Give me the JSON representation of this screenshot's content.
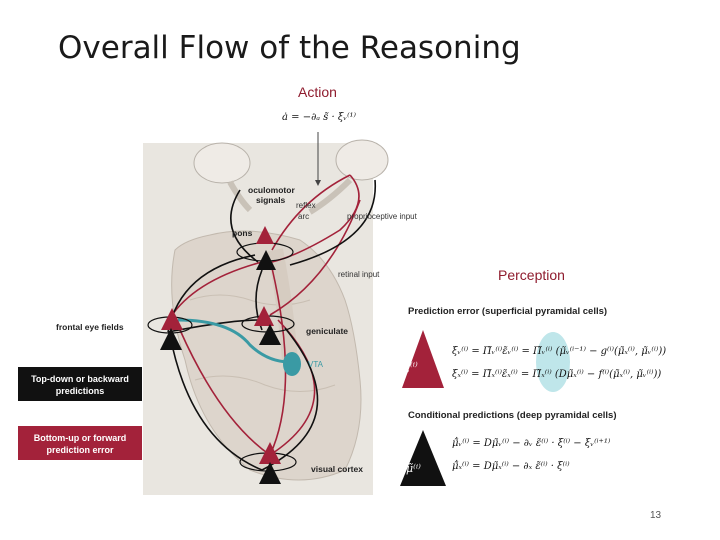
{
  "slide": {
    "title": "Overall Flow of the Reasoning",
    "page_number": "13"
  },
  "diagram": {
    "action_title": "Action",
    "action_equation": "ȧ = −∂ₐ s̃ · ξᵥ⁽¹⁾",
    "labels": {
      "oculomotor": "oculomotor",
      "signals": "signals",
      "reflex": "reflex",
      "arc": "arc",
      "proprioceptive_input": "proprioceptive input",
      "pons": "pons",
      "retinal_input": "retinal input",
      "frontal_eye_fields": "frontal eye fields",
      "geniculate": "geniculate",
      "vta": "VTA",
      "visual_cortex": "visual cortex"
    },
    "legend": {
      "top_down_line1": "Top-down or backward",
      "top_down_line2": "predictions",
      "bottom_up_line1": "Bottom-up or forward",
      "bottom_up_line2": "prediction error"
    },
    "perception_title": "Perception",
    "prediction_error_heading": "Prediction error (superficial pyramidal cells)",
    "prediction_error_symbol": "ξ⁽ⁱ⁾",
    "prediction_error_eq1": "ξᵥ⁽ⁱ⁾ = Π̃ᵥ⁽ⁱ⁾ε̃ᵥ⁽ⁱ⁾ = Π̃ᵥ⁽ⁱ⁾ (μ̃ᵥ⁽ⁱ⁻¹⁾ − g⁽ⁱ⁾(μ̃ₓ⁽ⁱ⁾, μ̃ᵥ⁽ⁱ⁾))",
    "prediction_error_eq2": "ξₓ⁽ⁱ⁾ = Π̃ₓ⁽ⁱ⁾ε̃ₓ⁽ⁱ⁾ = Π̃ₓ⁽ⁱ⁾ (Dμ̃ₓ⁽ⁱ⁾ − f⁽ⁱ⁾(μ̃ₓ⁽ⁱ⁾, μ̃ᵥ⁽ⁱ⁾))",
    "conditional_heading": "Conditional predictions (deep pyramidal cells)",
    "conditional_symbol": "μ̃⁽ⁱ⁾",
    "conditional_eq1": "μ̃̇ᵥ⁽ⁱ⁾ = Dμ̃ᵥ⁽ⁱ⁾ − ∂ᵥ ε̃⁽ⁱ⁾ · ξ⁽ⁱ⁾ − ξᵥ⁽ⁱ⁺¹⁾",
    "conditional_eq2": "μ̃̇ₓ⁽ⁱ⁾ = Dμ̃ₓ⁽ⁱ⁾ − ∂ₓ ε̃⁽ⁱ⁾ · ξ⁽ⁱ⁾",
    "colors": {
      "forward_red": "#a3223a",
      "backward_black": "#111111",
      "vta_teal": "#3a9aa4",
      "highlight_cyan": "#bfe6ea",
      "brain_bg": "#e9e6e0"
    }
  }
}
